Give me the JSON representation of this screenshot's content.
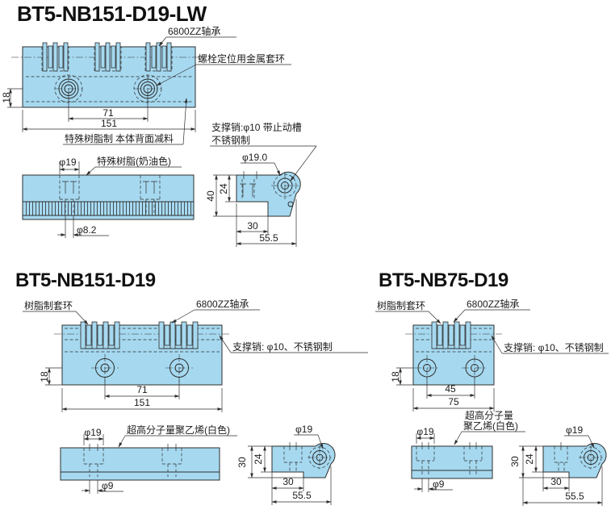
{
  "colors": {
    "part_fill": "#A6D9F0",
    "line": "#2E2E2E",
    "background": "#FFFFFF"
  },
  "lw": {
    "title": "BT5-NB151-D19-LW",
    "labels": {
      "bearing": "6800ZZ轴承",
      "metal_collar": "螺栓定位用金属套环",
      "resin_body": "特殊树脂制",
      "back_relief": "本体背面减料",
      "resin_cream": "特殊树脂(奶油色)",
      "pin_line1": "支撑销:φ10 带止动槽",
      "pin_line2": "不锈钢制"
    },
    "dims": {
      "h18": "18",
      "p71": "71",
      "l151": "151",
      "dia19": "φ19",
      "dia8_2": "φ8.2",
      "dia19_0": "φ19.0",
      "s40": "40",
      "s24": "24",
      "s30": "30",
      "s55": "55.5"
    }
  },
  "nb151": {
    "title": "BT5-NB151-D19",
    "labels": {
      "collar": "树脂制套环",
      "bearing": "6800ZZ轴承",
      "pin": "支撑销: φ10、不锈钢制",
      "uhmwpe": "超高分子量聚乙烯(白色)"
    },
    "dims": {
      "h18": "18",
      "p71": "71",
      "l151": "151",
      "dia19": "φ19",
      "dia9": "φ9",
      "sv30": "30",
      "s24": "24",
      "sh30": "30",
      "s55": "55.5",
      "sdia19": "φ19"
    }
  },
  "nb75": {
    "title": "BT5-NB75-D19",
    "labels": {
      "collar": "树脂制套环",
      "bearing": "6800ZZ轴承",
      "pin": "支撑销: φ10、不锈钢制",
      "uhmwpe1": "超高分子量",
      "uhmwpe2": "聚乙烯(白色)"
    },
    "dims": {
      "h18": "18",
      "p45": "45",
      "l75": "75",
      "dia19": "φ19",
      "dia9": "φ9",
      "sv30": "30",
      "s24": "24",
      "sh30": "30",
      "s55": "55.5",
      "sdia19": "φ19"
    }
  }
}
